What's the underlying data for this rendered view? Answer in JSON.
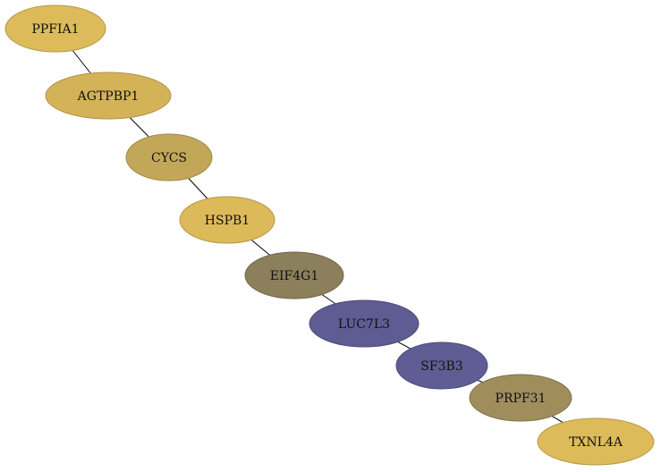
{
  "nodes": [
    {
      "id": "n1",
      "label": "PPFIA1",
      "color": "#DDBB5A"
    },
    {
      "id": "n2",
      "label": "AGTPBP1",
      "color": "#D4B358"
    },
    {
      "id": "n3",
      "label": "CYCS",
      "color": "#C3A758"
    },
    {
      "id": "n4",
      "label": "HSPB1",
      "color": "#DCBA5A"
    },
    {
      "id": "n5",
      "label": "EIF4G1",
      "color": "#8C7F5B"
    },
    {
      "id": "n6",
      "label": "LUC7L3",
      "color": "#5E5C93"
    },
    {
      "id": "n7",
      "label": "SF3B3",
      "color": "#5F5D93"
    },
    {
      "id": "n8",
      "label": "PRPF31",
      "color": "#9F8D5C"
    },
    {
      "id": "n9",
      "label": "TXNL4A",
      "color": "#DDBB5A"
    }
  ],
  "edges": [
    {
      "source": "n1",
      "target": "n2"
    },
    {
      "source": "n2",
      "target": "n3"
    },
    {
      "source": "n3",
      "target": "n4"
    },
    {
      "source": "n4",
      "target": "n5"
    },
    {
      "source": "n5",
      "target": "n6"
    },
    {
      "source": "n6",
      "target": "n7"
    },
    {
      "source": "n7",
      "target": "n8"
    },
    {
      "source": "n8",
      "target": "n9"
    }
  ]
}
